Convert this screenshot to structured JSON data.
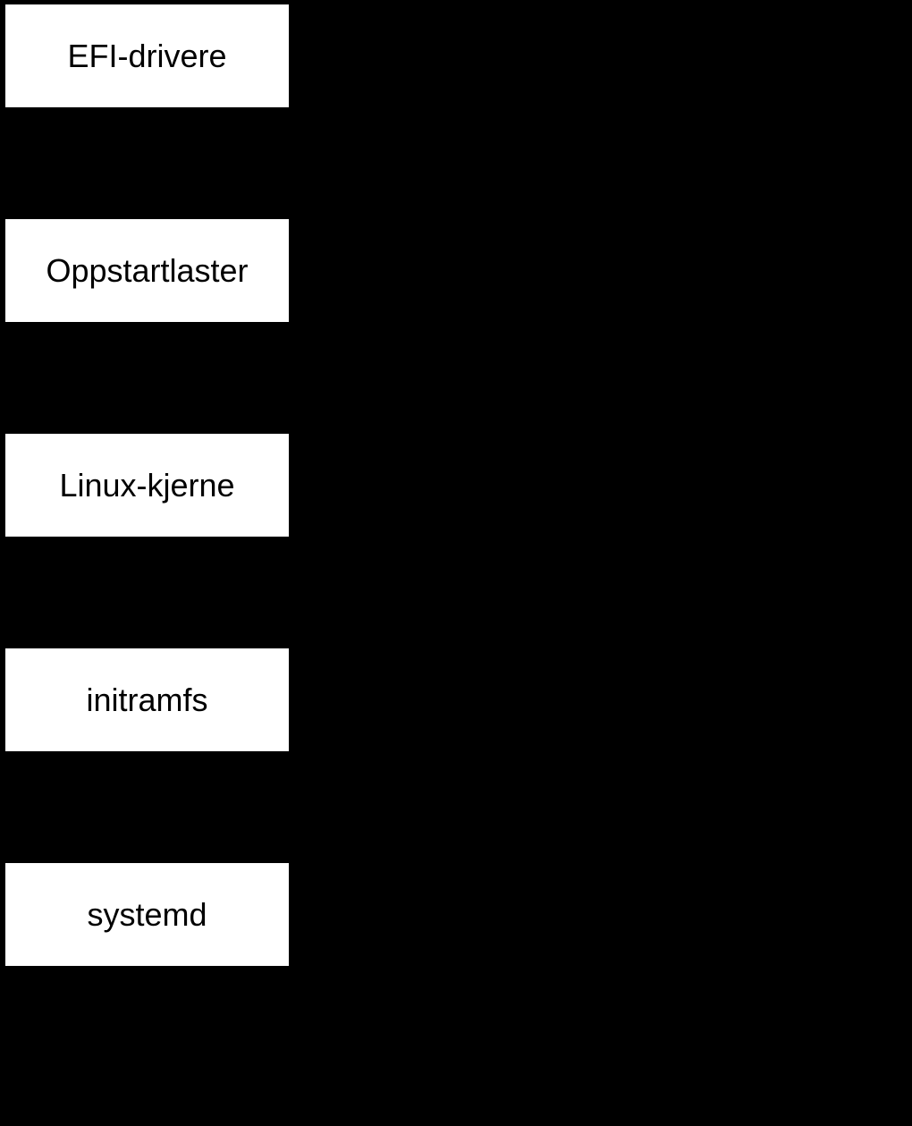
{
  "diagram": {
    "type": "flowchart",
    "direction": "top-down",
    "background_color": "#000000",
    "node_fill_color": "#ffffff",
    "node_text_color": "#000000",
    "nodes": [
      {
        "id": "efi-drivere",
        "label": "EFI-drivere"
      },
      {
        "id": "oppstartlaster",
        "label": "Oppstartlaster"
      },
      {
        "id": "linux-kjerne",
        "label": "Linux-kjerne"
      },
      {
        "id": "initramfs",
        "label": "initramfs"
      },
      {
        "id": "systemd",
        "label": "systemd"
      }
    ]
  }
}
